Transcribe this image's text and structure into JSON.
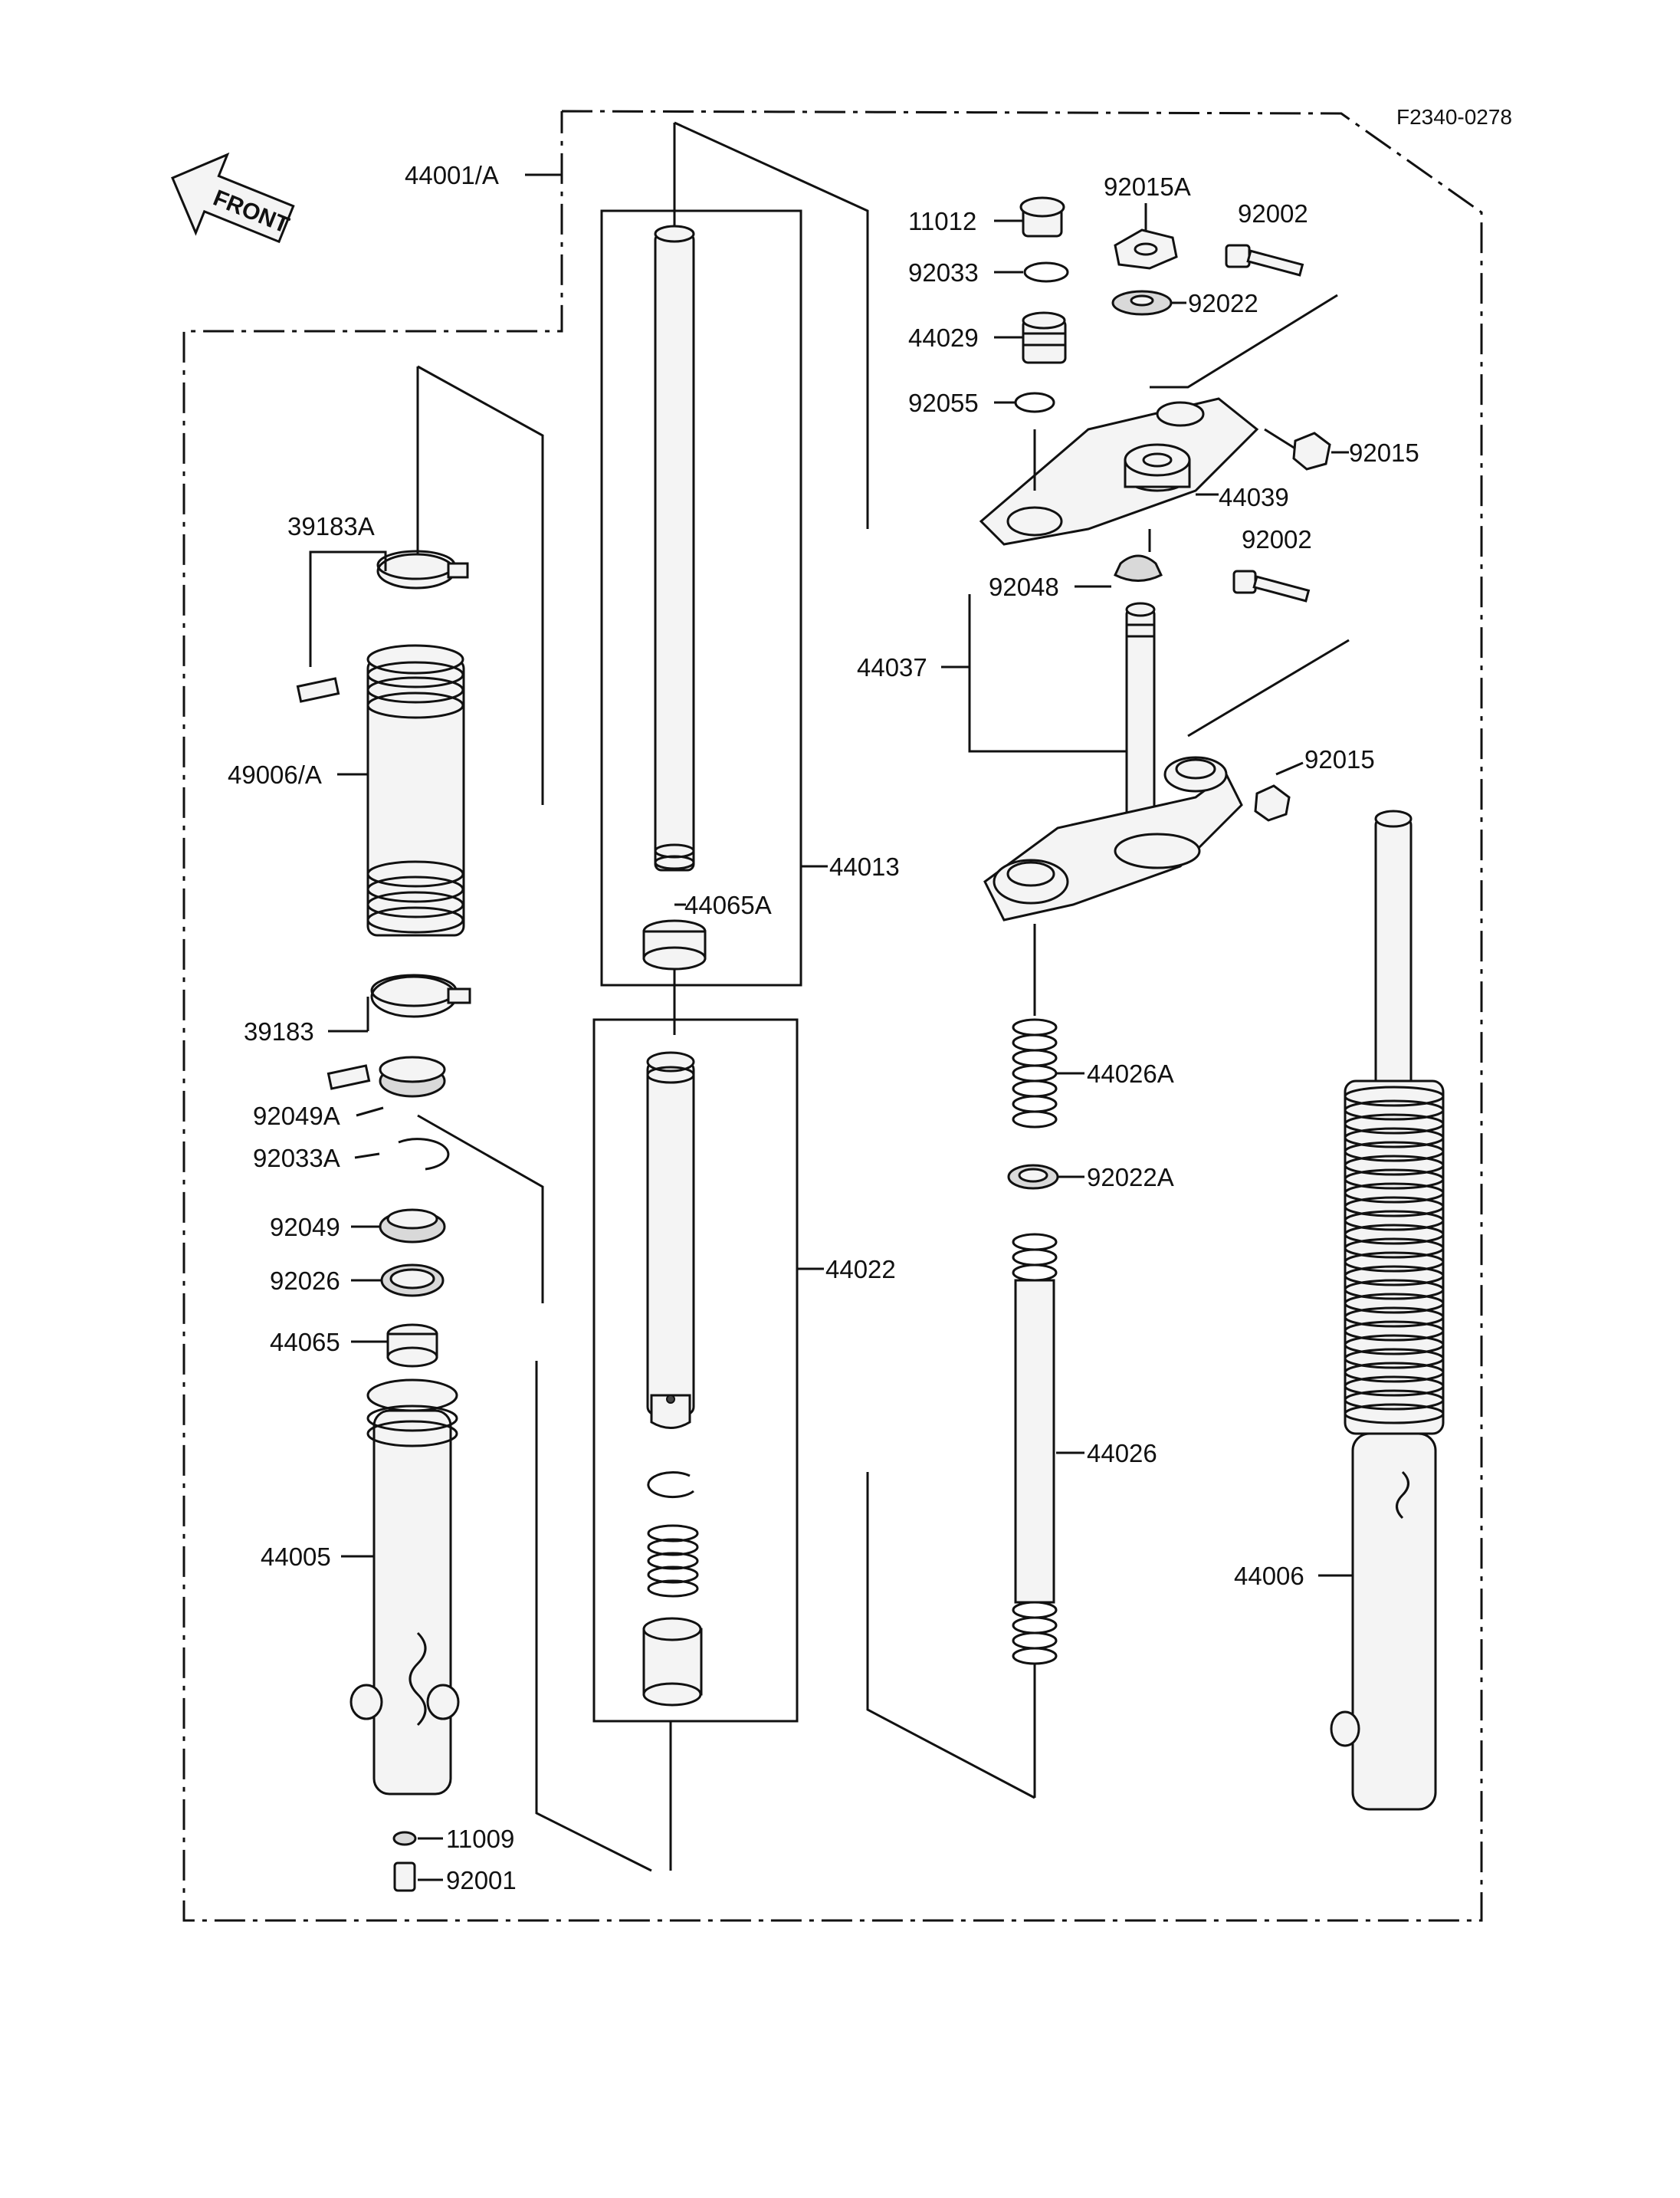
{
  "diagram_ref": "F2340-0278",
  "front_label": "FRONT",
  "labels": {
    "p44001A": "44001/A",
    "p39183A": "39183A",
    "p49006A": "49006/A",
    "p39183": "39183",
    "p92049A": "92049A",
    "p92033A": "92033A",
    "p92049": "92049",
    "p92026": "92026",
    "p44065": "44065",
    "p44005": "44005",
    "p11009": "11009",
    "p92001": "92001",
    "p44013": "44013",
    "p44065A": "44065A",
    "p44022": "44022",
    "p11012": "11012",
    "p92033": "92033",
    "p44029": "44029",
    "p92055": "92055",
    "p92015A": "92015A",
    "p92002_top": "92002",
    "p92022": "92022",
    "p92015_top": "92015",
    "p44039": "44039",
    "p92002_mid": "92002",
    "p92048": "92048",
    "p44037": "44037",
    "p92015_mid": "92015",
    "p44026A": "44026A",
    "p92022A": "92022A",
    "p44026": "44026",
    "p44006": "44006"
  }
}
